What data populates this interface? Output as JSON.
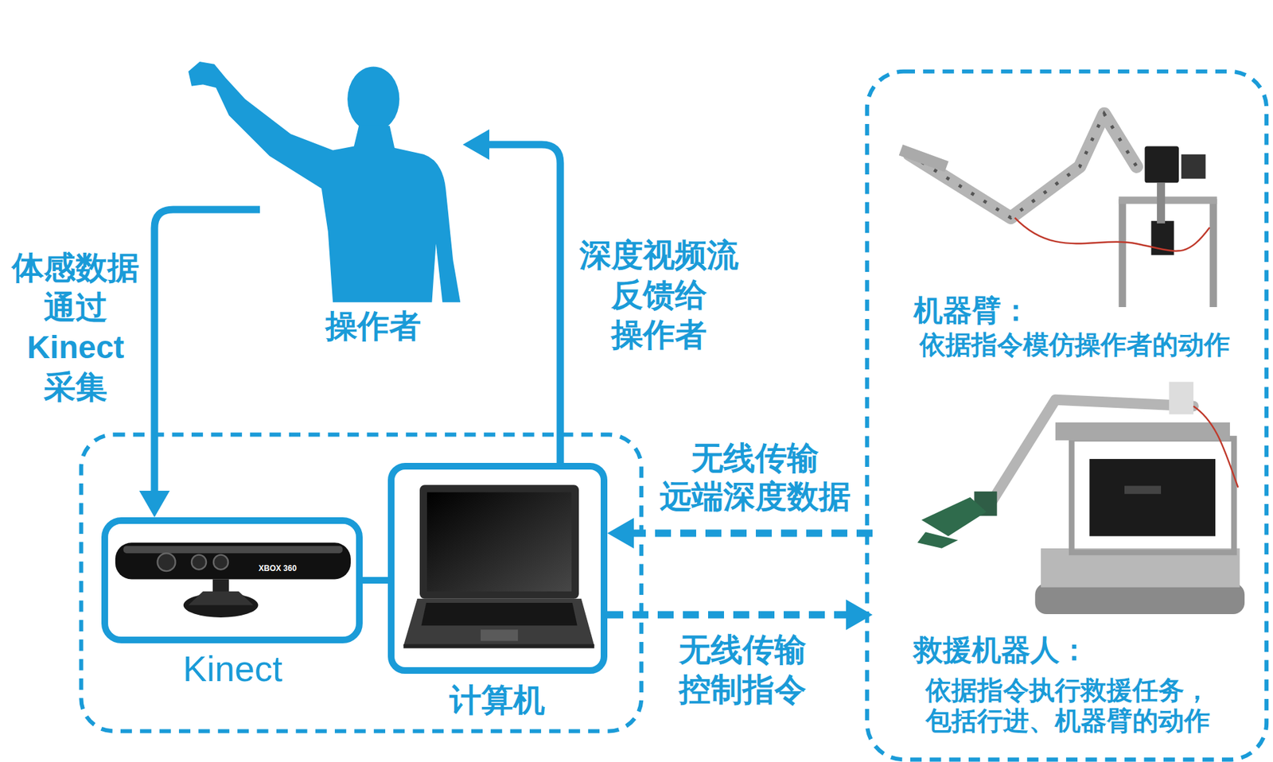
{
  "diagram": {
    "nodes": [
      {
        "text": [
          "操作者"
        ]
      },
      {
        "text": [
          "Kinect"
        ]
      },
      {
        "text": [
          "计算机"
        ]
      },
      {
        "text": [
          "机器臂：",
          "依据指令模仿操作者的动作"
        ]
      },
      {
        "text": [
          "救援机器人：",
          "依据指令执行救援任务， 包括行进、机器臂的动作"
        ]
      }
    ],
    "edges": [
      {
        "from": 0,
        "to": 1,
        "arrow": "to",
        "label": "体感数据 通过 Kinect 采集"
      },
      {
        "from": 2,
        "to": 0,
        "arrow": "to",
        "label": "深度视频流 反馈给 操作者"
      },
      {
        "from": 4,
        "to": 2,
        "arrow": "to",
        "label": "无线传输 远端深度数据"
      },
      {
        "from": 2,
        "to": 4,
        "arrow": "to",
        "label": "无线传输 控制指令"
      },
      {
        "from": 1,
        "to": 2,
        "arrow": "none"
      }
    ],
    "labels": [
      "XBOX 360"
    ]
  }
}
